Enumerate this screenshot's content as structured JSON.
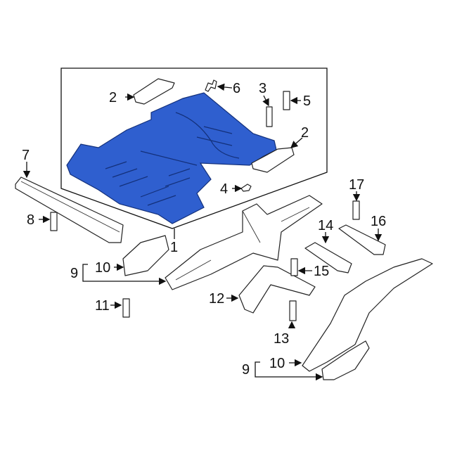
{
  "diagram": {
    "panel_color": "#2f5fcf",
    "callouts": {
      "c1": "1",
      "c2a": "2",
      "c2b": "2",
      "c3": "3",
      "c4": "4",
      "c5": "5",
      "c6": "6",
      "c7": "7",
      "c8": "8",
      "c9a": "9",
      "c10a": "10",
      "c11": "11",
      "c12": "12",
      "c13": "13",
      "c14": "14",
      "c15": "15",
      "c16": "16",
      "c17": "17",
      "c9b": "9",
      "c10b": "10"
    }
  }
}
